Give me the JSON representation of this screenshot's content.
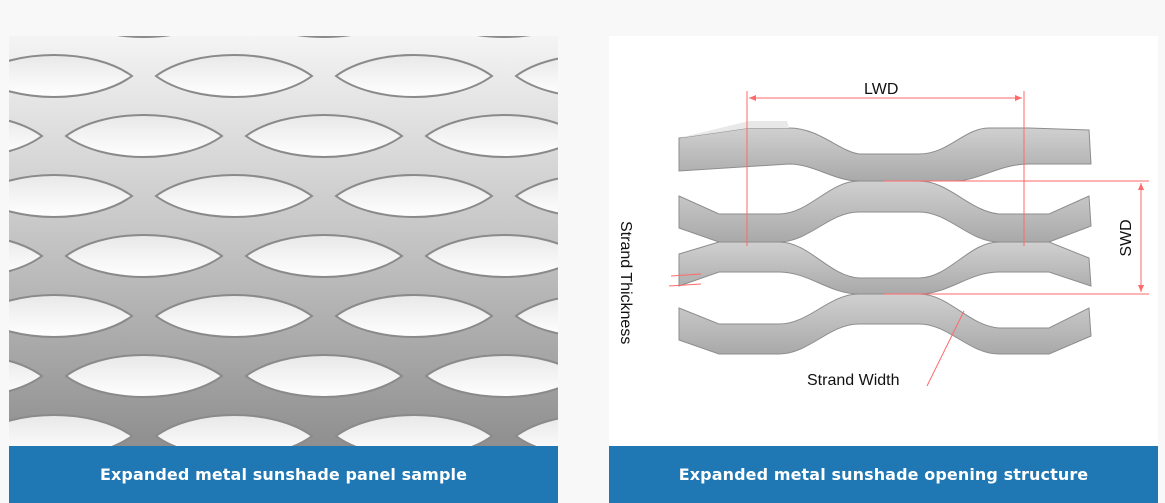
{
  "cards": [
    {
      "caption": "Expanded metal sunshade panel sample",
      "image_desc_icon": "expanded-metal-mesh-photo"
    },
    {
      "caption": "Expanded metal sunshade opening structure",
      "diagram": {
        "label_lwd": "LWD",
        "label_swd": "SWD",
        "label_strand_thickness": "Strand Thickness",
        "label_strand_width": "Strand Width"
      }
    }
  ],
  "colors": {
    "caption_bg": "#1f77b4",
    "dimension_line": "#ff6a6a",
    "metal": "#b9b9b9"
  }
}
